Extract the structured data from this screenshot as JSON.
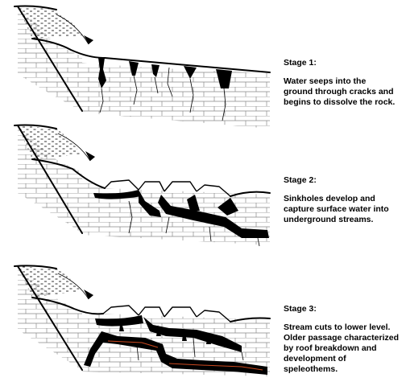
{
  "stages": [
    {
      "title": "Stage 1:",
      "lines": [
        "Water seeps into the",
        "ground through cracks and",
        "begins to dissolve the rock."
      ]
    },
    {
      "title": "Stage 2:",
      "lines": [
        "Sinkholes develop and",
        "capture surface water into",
        "underground streams."
      ]
    },
    {
      "title": "Stage 3:",
      "lines": [
        "Stream cuts to lower level.",
        "Older passage characterized",
        "by roof breakdown and",
        "development of",
        "speleothems."
      ]
    }
  ],
  "colors": {
    "ink": "#000000",
    "limestone_lines": "#888888",
    "stream": "#cc4a20"
  }
}
